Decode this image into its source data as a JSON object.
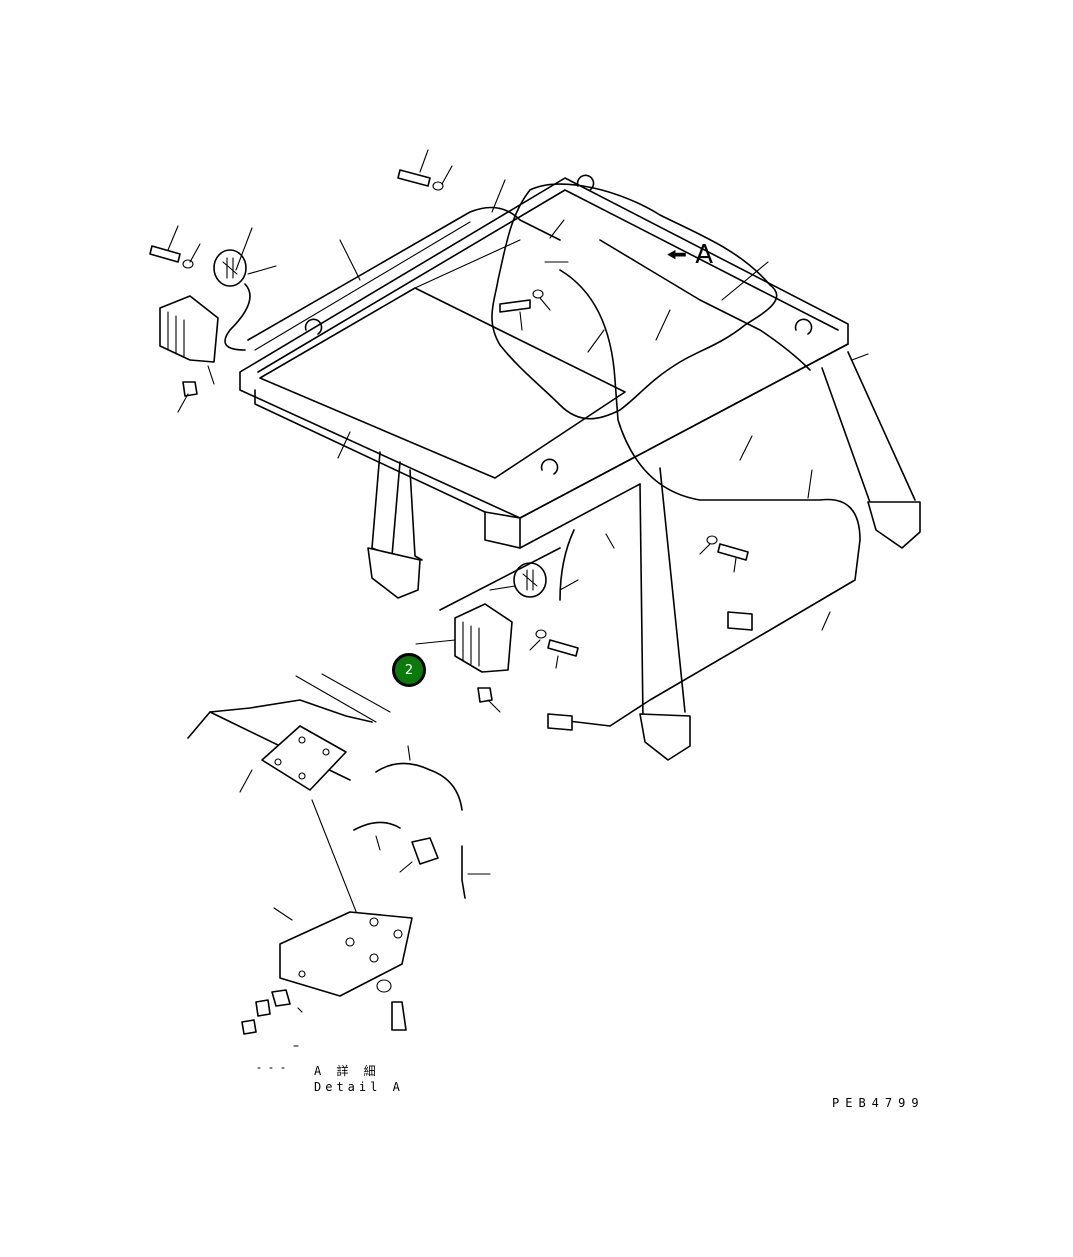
{
  "view_marker": {
    "letter": "A",
    "arrow_icon": "left-arrow-icon"
  },
  "callout": {
    "number": "2",
    "color": "#0a7a0a"
  },
  "detail_caption": {
    "japanese": "A 詳 細",
    "english": "Detail A"
  },
  "drawing_number": "PEB4799"
}
